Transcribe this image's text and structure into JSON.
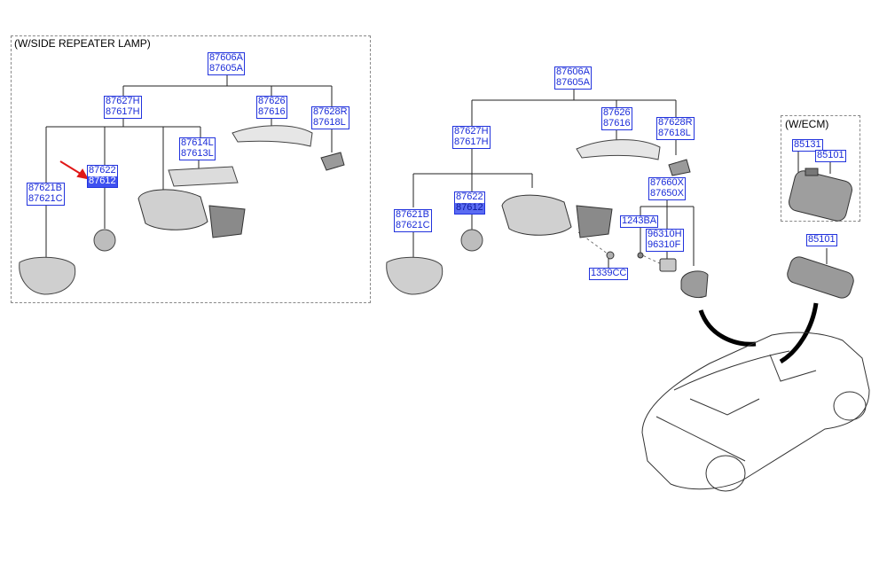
{
  "groups": {
    "side_repeater": "(W/SIDE REPEATER LAMP)",
    "ecm": "(W/ECM)"
  },
  "labels": {
    "left": {
      "assy": [
        "87606A",
        "87605A"
      ],
      "housing": [
        "87627H",
        "87617H"
      ],
      "cover": [
        "87626",
        "87616"
      ],
      "cap": [
        "87628R",
        "87618L"
      ],
      "lamp": [
        "87614L",
        "87613L"
      ],
      "actuator": [
        "87622",
        "87612"
      ],
      "glass": [
        "87621B",
        "87621C"
      ]
    },
    "right": {
      "assy": [
        "87606A",
        "87605A"
      ],
      "housing": [
        "87627H",
        "87617H"
      ],
      "cover": [
        "87626",
        "87616"
      ],
      "cap": [
        "87628R",
        "87618L"
      ],
      "actuator": [
        "87622",
        "87612"
      ],
      "glass": [
        "87621B",
        "87621C"
      ],
      "base": [
        "87660X",
        "87650X"
      ],
      "bolt": [
        "1243BA"
      ],
      "camera": [
        "96310H",
        "96310F"
      ],
      "nut": [
        "1339CC"
      ],
      "ecm_mirror_a": [
        "85131"
      ],
      "ecm_mirror_b": [
        "85101"
      ],
      "inside_mirror": [
        "85101"
      ]
    }
  },
  "colors": {
    "label_border": "#2233dd",
    "label_text": "#1a2bd8",
    "selected_fill": "#3f51f0",
    "pointer_arrow": "#e01818"
  }
}
